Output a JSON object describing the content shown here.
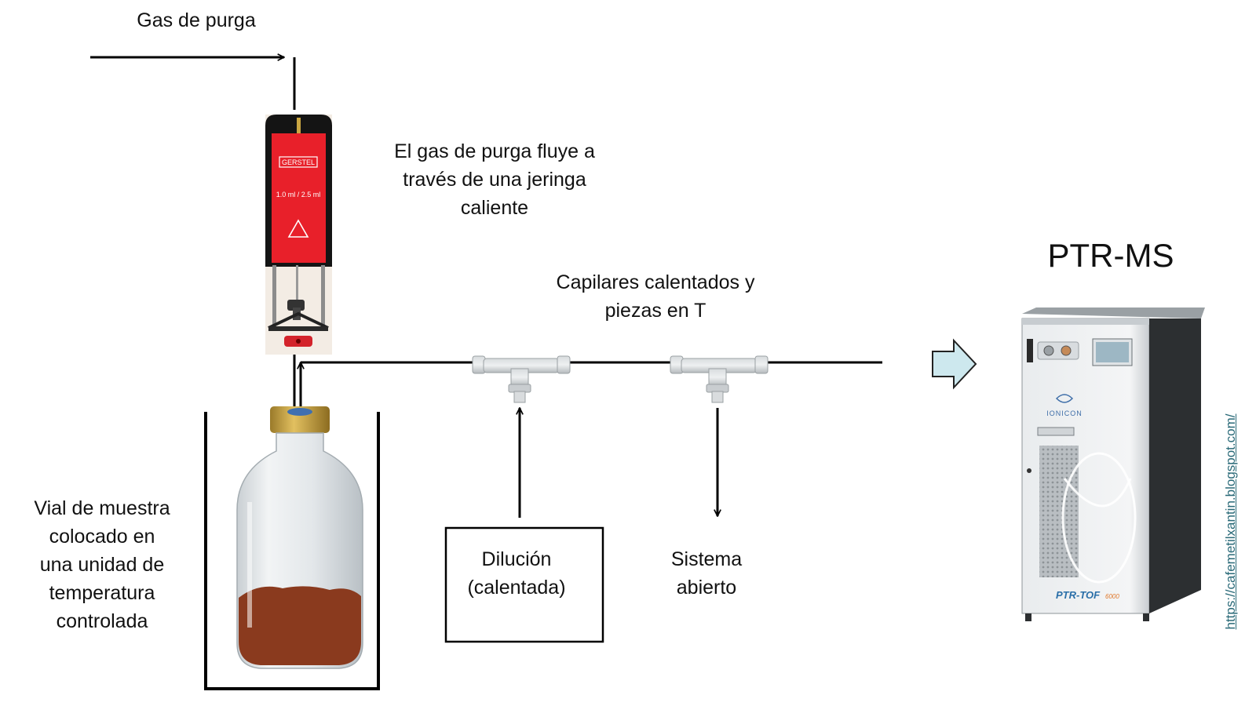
{
  "labels": {
    "purge_gas": "Gas de purga",
    "syringe_note": [
      "El gas de purga fluye a",
      "través de una jeringa",
      "caliente"
    ],
    "capillaries_note": [
      "Capilares calentados y",
      "piezas en T"
    ],
    "vial_note": [
      "Vial de muestra",
      "colocado en",
      "una unidad de",
      "temperatura",
      "controlada"
    ],
    "dilution_box": [
      "Dilución",
      "(calentada)"
    ],
    "open_system": [
      "Sistema",
      "abierto"
    ],
    "instrument_title": "PTR-MS",
    "watermark": "https://cafemetilxantin.blogspot.com/"
  },
  "syringe": {
    "brand": "GERSTEL",
    "volume": "1.0 ml / 2.5 ml"
  },
  "instrument": {
    "brand": "IONICON",
    "model": "PTR-TOF",
    "model_number": "6000"
  },
  "colors": {
    "syringe_red": "#e8202a",
    "arrow_fill": "#cde8ee",
    "watermark": "#2a6a78",
    "coffee": "#8a3a1e"
  }
}
